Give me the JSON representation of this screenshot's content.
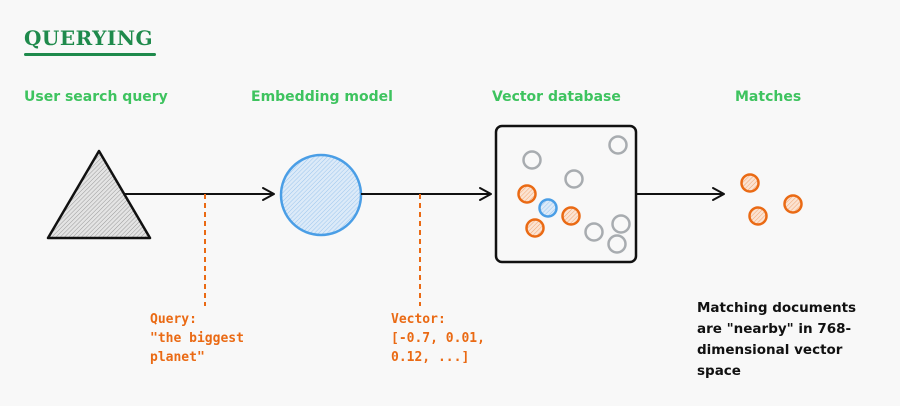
{
  "title": "QUERYING",
  "stages": {
    "query": "User search query",
    "embedding": "Embedding model",
    "database": "Vector database",
    "matches": "Matches"
  },
  "annotations": {
    "query_lines": [
      "Query:",
      "\"the biggest",
      "planet\""
    ],
    "vector_lines": [
      "Vector:",
      "[-0.7, 0.01,",
      "0.12, ...]"
    ]
  },
  "note_lines": [
    "Matching documents",
    "are \"nearby\" in 768-",
    "dimensional vector",
    "space"
  ],
  "colors": {
    "title": "#1f8a4c",
    "stage_label": "#3ec35f",
    "annotation": "#ea6a14",
    "match_dot": "#ea6a14",
    "other_dot": "#a8acb0",
    "query_dot": "#4a9ee6",
    "embedding_circle": "#4a9ee6"
  },
  "icons": {
    "query": "triangle-shape",
    "embedding": "circle-shape",
    "database": "rounded-square-shape"
  }
}
